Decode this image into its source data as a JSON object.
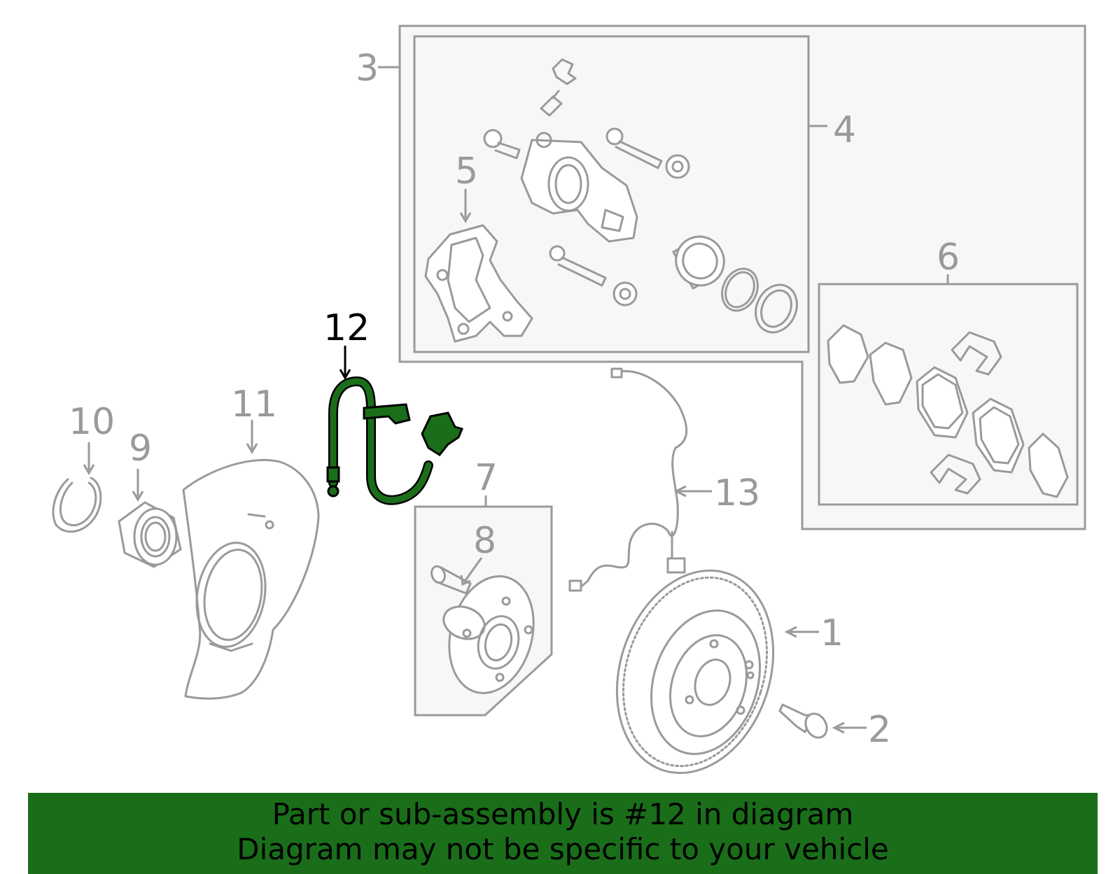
{
  "callouts": [
    {
      "id": "1",
      "label": "1"
    },
    {
      "id": "2",
      "label": "2"
    },
    {
      "id": "3",
      "label": "3"
    },
    {
      "id": "4",
      "label": "4"
    },
    {
      "id": "5",
      "label": "5"
    },
    {
      "id": "6",
      "label": "6"
    },
    {
      "id": "7",
      "label": "7"
    },
    {
      "id": "8",
      "label": "8"
    },
    {
      "id": "9",
      "label": "9"
    },
    {
      "id": "10",
      "label": "10"
    },
    {
      "id": "11",
      "label": "11"
    },
    {
      "id": "12",
      "label": "12"
    },
    {
      "id": "13",
      "label": "13"
    }
  ],
  "highlighted_part": "12",
  "colors": {
    "highlight": "#1a6e1a",
    "line": "#9a9a9a",
    "box_fill": "#f7f7f7"
  },
  "banner": {
    "line1": "Part or sub-assembly is #12 in diagram",
    "line2": "Diagram may not be specific to your vehicle"
  }
}
